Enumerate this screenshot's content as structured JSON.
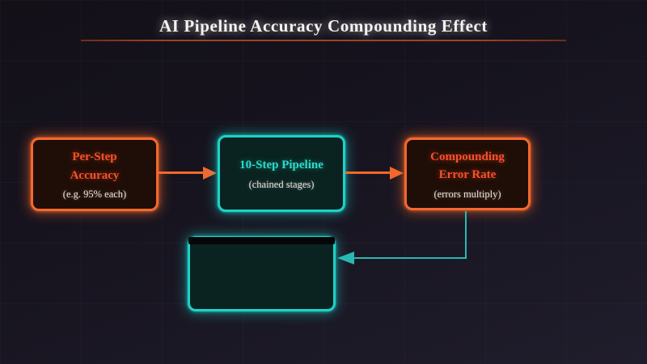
{
  "header": {
    "title": "AI Pipeline Accuracy Compounding Effect"
  },
  "nodes": [
    {
      "id": "per-step-accuracy",
      "title": "Per-Step Accuracy",
      "subtitle": "(e.g. 95% each)",
      "accent": "orange"
    },
    {
      "id": "ten-step-pipeline",
      "title": "10-Step Pipeline",
      "subtitle": "(chained stages)",
      "accent": "teal"
    },
    {
      "id": "compounding-error-rate",
      "title": "Compounding Error Rate",
      "subtitle": "(errors multiply)",
      "accent": "orange"
    },
    {
      "id": "result-box",
      "title": "",
      "subtitle": "",
      "accent": "teal",
      "redacted_top_bar": true
    }
  ],
  "connectors": [
    {
      "from": "per-step-accuracy",
      "to": "ten-step-pipeline",
      "shape": "straight-right",
      "color": "#f4682c"
    },
    {
      "from": "ten-step-pipeline",
      "to": "compounding-error-rate",
      "shape": "straight-right",
      "color": "#f4682c"
    },
    {
      "from": "compounding-error-rate",
      "to": "result-box",
      "shape": "down-then-left",
      "color": "#29b8b3"
    }
  ],
  "theme": {
    "background_top": "#131018",
    "background_bottom": "#201d2c",
    "orange_border": "#f4682c",
    "orange_text": "#f8502b",
    "orange_box_bg": "#1f0e07",
    "teal_border": "#1dd3c8",
    "teal_text": "#2cdbc9",
    "teal_box_bg": "#0a2321",
    "subtitle_color": "#ece6da",
    "title_color": "#f5f3ef",
    "underline_color": "#9a4423",
    "redaction_bar_color": "#060609"
  }
}
